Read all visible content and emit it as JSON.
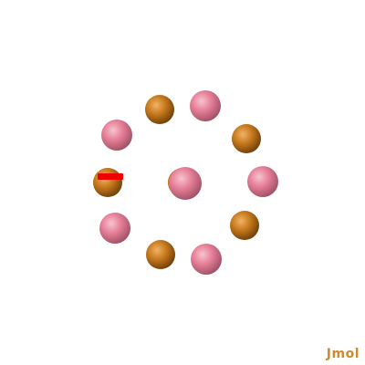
{
  "viewer": {
    "logo_text": "Jmol",
    "logo_color": "#d08a2e",
    "background": "#ffffff"
  },
  "atoms": [
    {
      "element": "copper",
      "color": "#c77a1d"
    },
    {
      "element": "pink",
      "color": "#e67f98"
    },
    {
      "element": "copper",
      "color": "#c77a1d"
    },
    {
      "element": "pink",
      "color": "#e67f98"
    },
    {
      "element": "copper",
      "color": "#c77a1d"
    },
    {
      "element": "pink",
      "color": "#e67f98"
    },
    {
      "element": "copper",
      "color": "#c77a1d"
    },
    {
      "element": "pink",
      "color": "#e67f98"
    },
    {
      "element": "copper",
      "color": "#c77a1d"
    },
    {
      "element": "pink",
      "color": "#e67f98"
    },
    {
      "element": "copper",
      "color": "#c77a1d"
    },
    {
      "element": "pink",
      "color": "#e67f98"
    }
  ],
  "selection_marker_color": "#ee0000"
}
